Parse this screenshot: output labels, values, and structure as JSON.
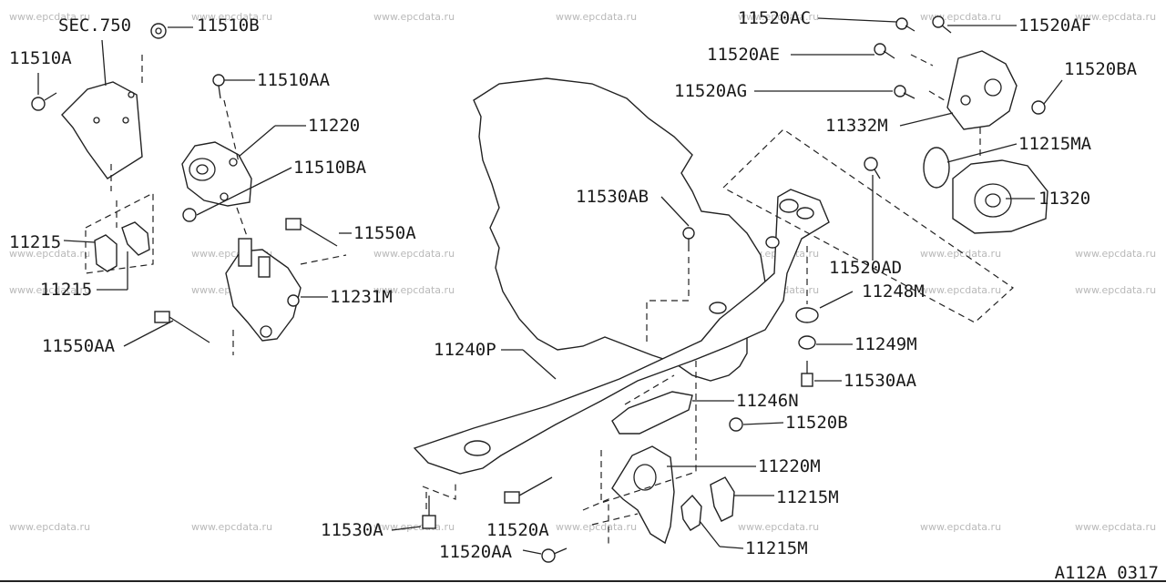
{
  "watermark": "www.epcdata.ru",
  "diagram_code": "A112A 0317",
  "callouts": {
    "sec750": "SEC.750",
    "p11510B": "11510B",
    "p11510A": "11510A",
    "p11510AA": "11510AA",
    "p11220": "11220",
    "p11510BA": "11510BA",
    "p11215a": "11215",
    "p11215b": "11215",
    "p11550A": "11550A",
    "p11231M": "11231M",
    "p11550AA": "11550AA",
    "p11240P": "11240P",
    "p11530AB": "11530AB",
    "p11520AC": "11520AC",
    "p11520AF": "11520AF",
    "p11520AE": "11520AE",
    "p11520BA": "11520BA",
    "p11520AG": "11520AG",
    "p11332M": "11332M",
    "p11215MA": "11215MA",
    "p11320": "11320",
    "p11520AD": "11520AD",
    "p11248M": "11248M",
    "p11249M": "11249M",
    "p11530AA": "11530AA",
    "p11246N": "11246N",
    "p11520B": "11520B",
    "p11220M": "11220M",
    "p11215M_a": "11215M",
    "p11215M_b": "11215M",
    "p11530A": "11530A",
    "p11520A": "11520A",
    "p11520AA": "11520AA"
  }
}
